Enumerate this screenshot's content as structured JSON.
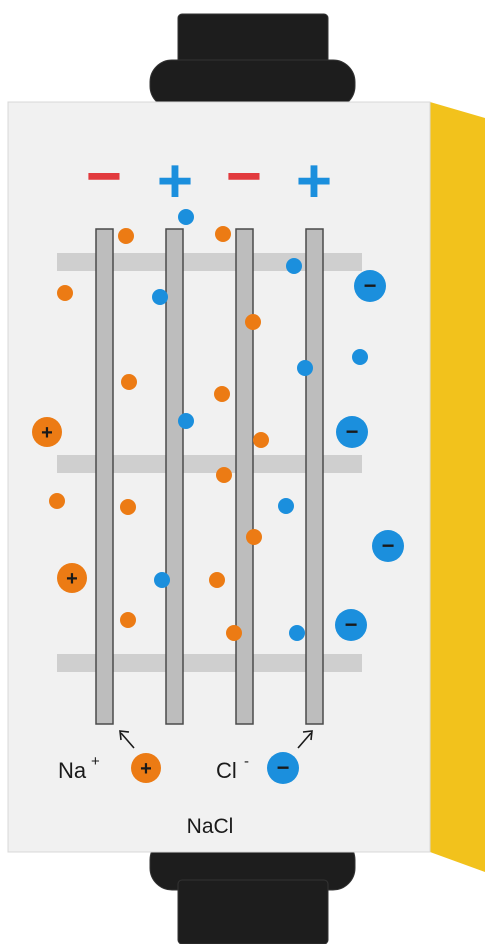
{
  "colors": {
    "background": "#ffffff",
    "housing": "#f1f1f1",
    "housing_outline": "#d8d8d8",
    "side_panel": "#f2c21c",
    "connector": "#1d1d1d",
    "connector_ring": "#333333",
    "membrane": "#bdbdbd",
    "membrane_stroke": "#4b4b4b",
    "spacer": "#cfcfcf",
    "sodium": "#ec7b14",
    "chloride": "#1b8fdd",
    "electrode_negative": "#e23a3d",
    "electrode_positive": "#1b8fdd",
    "text": "#1a1a1a"
  },
  "electrodes": {
    "signs": [
      "−",
      "+",
      "−",
      "+"
    ]
  },
  "ions": {
    "sodium_sign": "+",
    "chloride_sign": "−"
  },
  "labels": {
    "sodium_symbol": "Na",
    "sodium_superscript": "+",
    "chloride_symbol": "Cl",
    "chloride_superscript": "-",
    "compound": "NaCl"
  }
}
